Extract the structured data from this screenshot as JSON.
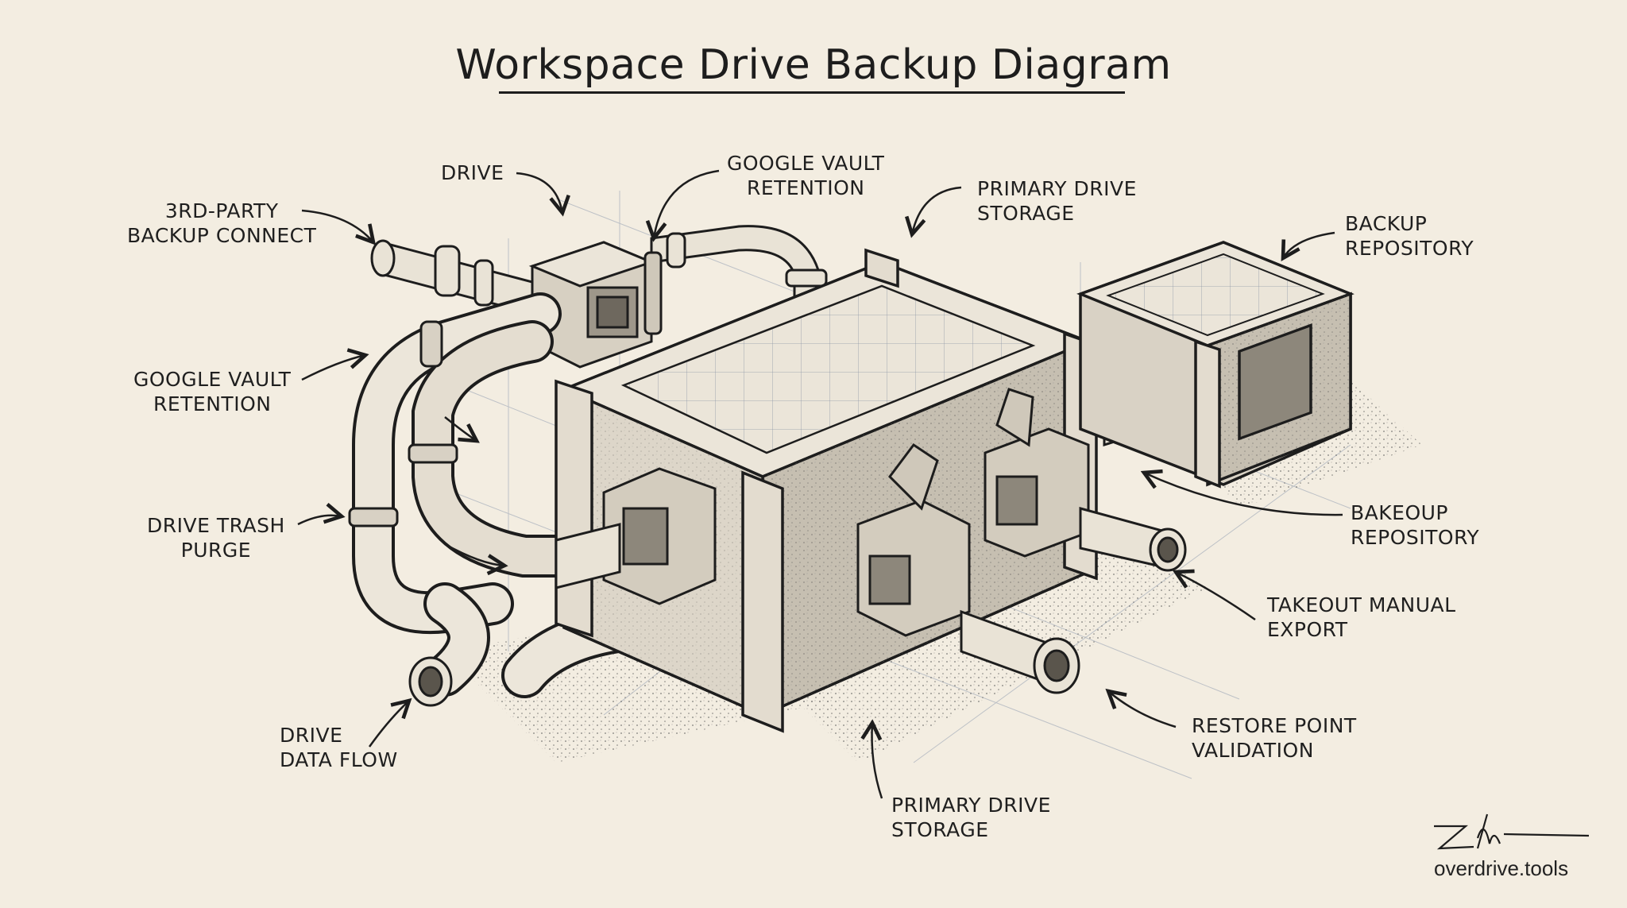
{
  "title": "Workspace Drive Backup Diagram",
  "labels": {
    "third_party": [
      "3RD-PARTY",
      "BACKUP CONNECT"
    ],
    "drive": [
      "DRIVE"
    ],
    "vault_top": [
      "GOOGLE VAULT",
      "RETENTION"
    ],
    "primary_top": [
      "PRIMARY DRIVE",
      "STORAGE"
    ],
    "backup_repo": [
      "BACKUP",
      "REPOSITORY"
    ],
    "vault_left": [
      "GOOGLE VAULT",
      "RETENTION"
    ],
    "trash": [
      "DRIVE TRASH",
      "PURGE"
    ],
    "bakeoup": [
      "BAKEOUP",
      "REPOSITORY"
    ],
    "takeout": [
      "TAKEOUT MANUAL",
      "EXPORT"
    ],
    "restore": [
      "RESTORE POINT",
      "VALIDATION"
    ],
    "data_flow": [
      "DRIVE",
      "DATA FLOW"
    ],
    "primary_bottom": [
      "PRIMARY DRIVE",
      "STORAGE"
    ]
  },
  "brand": "overdrive.tools",
  "colors": {
    "paper": "#f3ede1",
    "ink": "#1d1d1d",
    "pipe": "#e9e3d6",
    "metal": "#cfc8ba"
  }
}
